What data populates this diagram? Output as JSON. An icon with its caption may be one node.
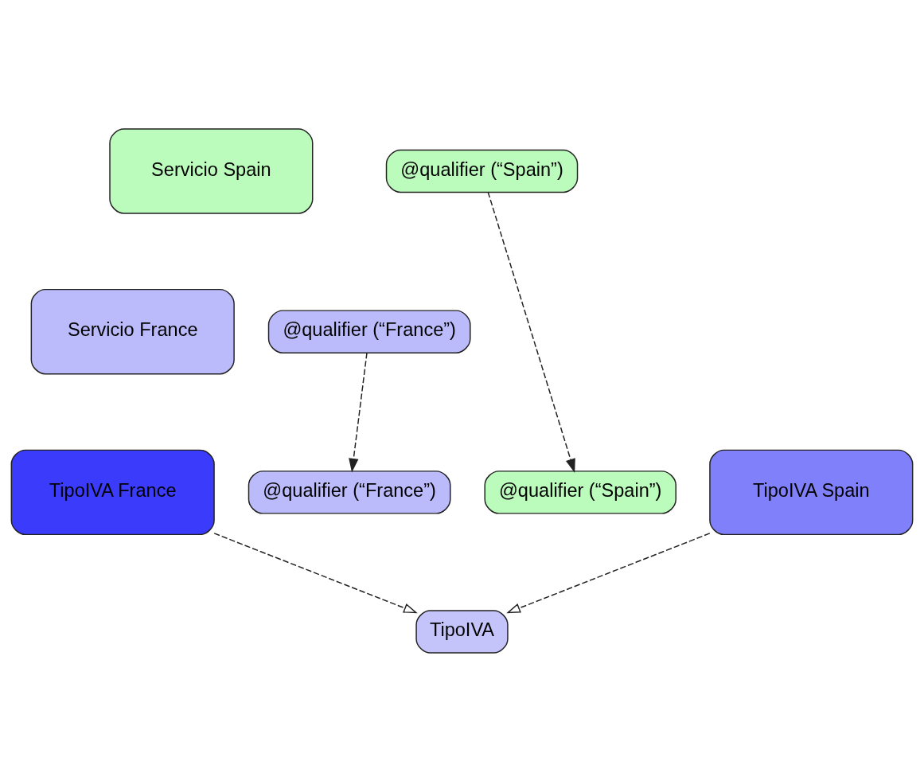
{
  "diagram": {
    "nodes": [
      {
        "text": [
          "Servicio Spain"
        ]
      },
      {
        "text": [
          "@qualifier (“Spain”)"
        ]
      },
      {
        "text": [
          "Servicio France"
        ]
      },
      {
        "text": [
          "@qualifier (“France”)"
        ]
      },
      {
        "text": [
          "TipoIVA"
        ]
      },
      {
        "text": [
          "@qualifier (“Spain”)"
        ]
      },
      {
        "text": [
          "TipoIVA Spain"
        ]
      },
      {
        "text": [
          "TipoIVA France"
        ]
      },
      {
        "text": [
          "@qualifier (“France”)"
        ]
      }
    ],
    "edges": [
      {
        "from": 1,
        "to": 5,
        "arrow": "to",
        "style": "dashed"
      },
      {
        "from": 3,
        "to": 8,
        "arrow": "to",
        "style": "dashed"
      },
      {
        "from": 6,
        "to": 4,
        "arrow": "to",
        "style": "dashed"
      },
      {
        "from": 7,
        "to": 4,
        "arrow": "to",
        "style": "dashed"
      }
    ]
  }
}
